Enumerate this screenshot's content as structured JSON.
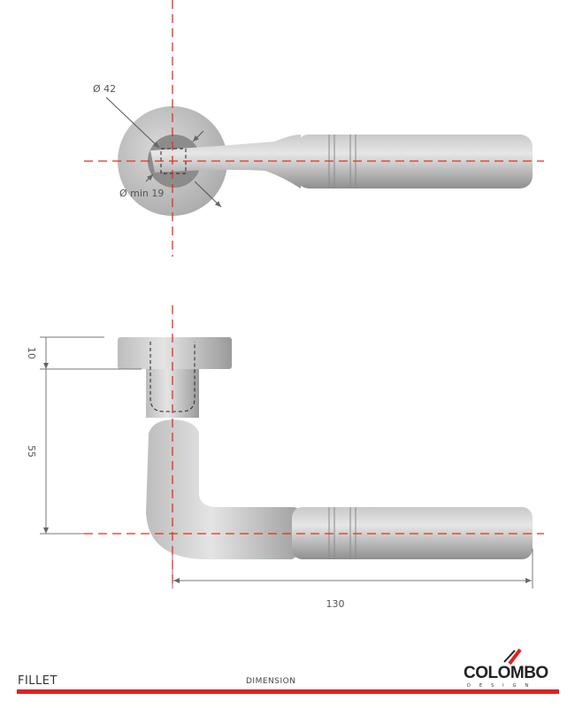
{
  "product_name": "FILLET",
  "page_label": "DIMENSION",
  "brand": {
    "name": "COLOMBO",
    "subline": "DESIGN",
    "color": "#e02020"
  },
  "dimensions": {
    "rose_diameter": "Ø 42",
    "hole_diameter": "Ø min 19",
    "rose_thickness": "10",
    "lever_height": "55",
    "lever_length": "130"
  },
  "colors": {
    "centerline": "#e0301e",
    "dimension_line": "#666666",
    "metal": "#b8b8b8"
  }
}
